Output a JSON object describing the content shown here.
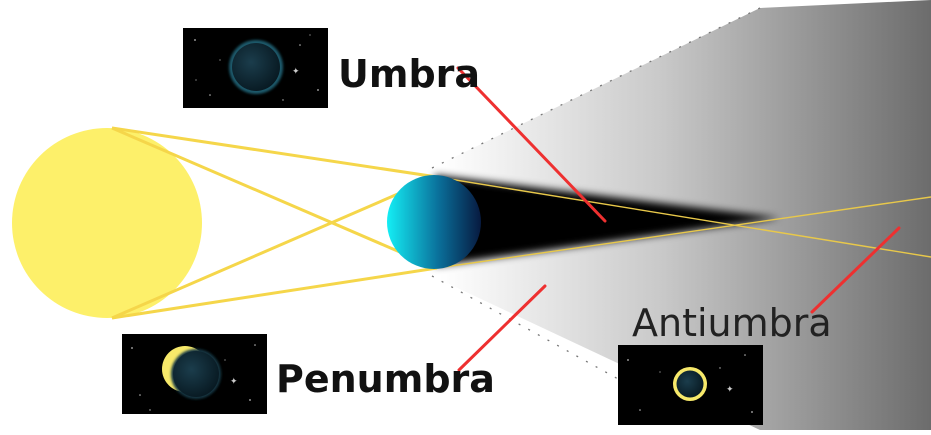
{
  "labels": {
    "umbra": "Umbra",
    "penumbra": "Penumbra",
    "antiumbra": "Antiumbra"
  },
  "colors": {
    "sun": "#fdf06a",
    "sun_rays": "#f5d64a",
    "planet_light": "#14eef5",
    "planet_dark": "#071a40",
    "pointer": "#ee3030",
    "sky": "#000000"
  },
  "icons": {
    "sun": "sun-icon",
    "planet": "planet-icon",
    "umbra_view": "total-eclipse-view",
    "penumbra_view": "partial-eclipse-view",
    "antiumbra_view": "annular-eclipse-view"
  }
}
